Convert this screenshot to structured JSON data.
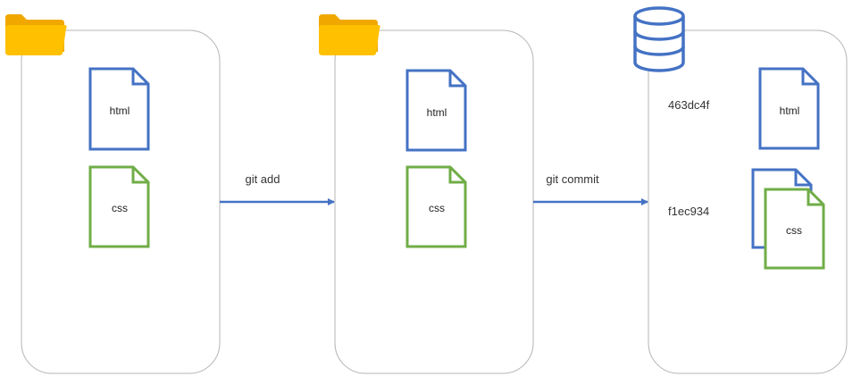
{
  "colors": {
    "panel_border": "#b4b4b4",
    "html_doc": "#4472c4",
    "css_doc": "#70ad47",
    "arrow": "#4472c4",
    "folder_front": "#ffc000",
    "folder_back": "#f0a800",
    "database": "#4472c4"
  },
  "icons": {
    "workspace": "folder-icon",
    "staging": "folder-icon",
    "repository": "database-icon"
  },
  "workspace": {
    "html_label": "html",
    "css_label": "css"
  },
  "staging": {
    "html_label": "html",
    "css_label": "css"
  },
  "repository": {
    "commit_1": "463dc4f",
    "commit_2": "f1ec934",
    "html_label": "html",
    "css_label": "css"
  },
  "arrows": {
    "add_label": "git add",
    "commit_label": "git commit"
  }
}
